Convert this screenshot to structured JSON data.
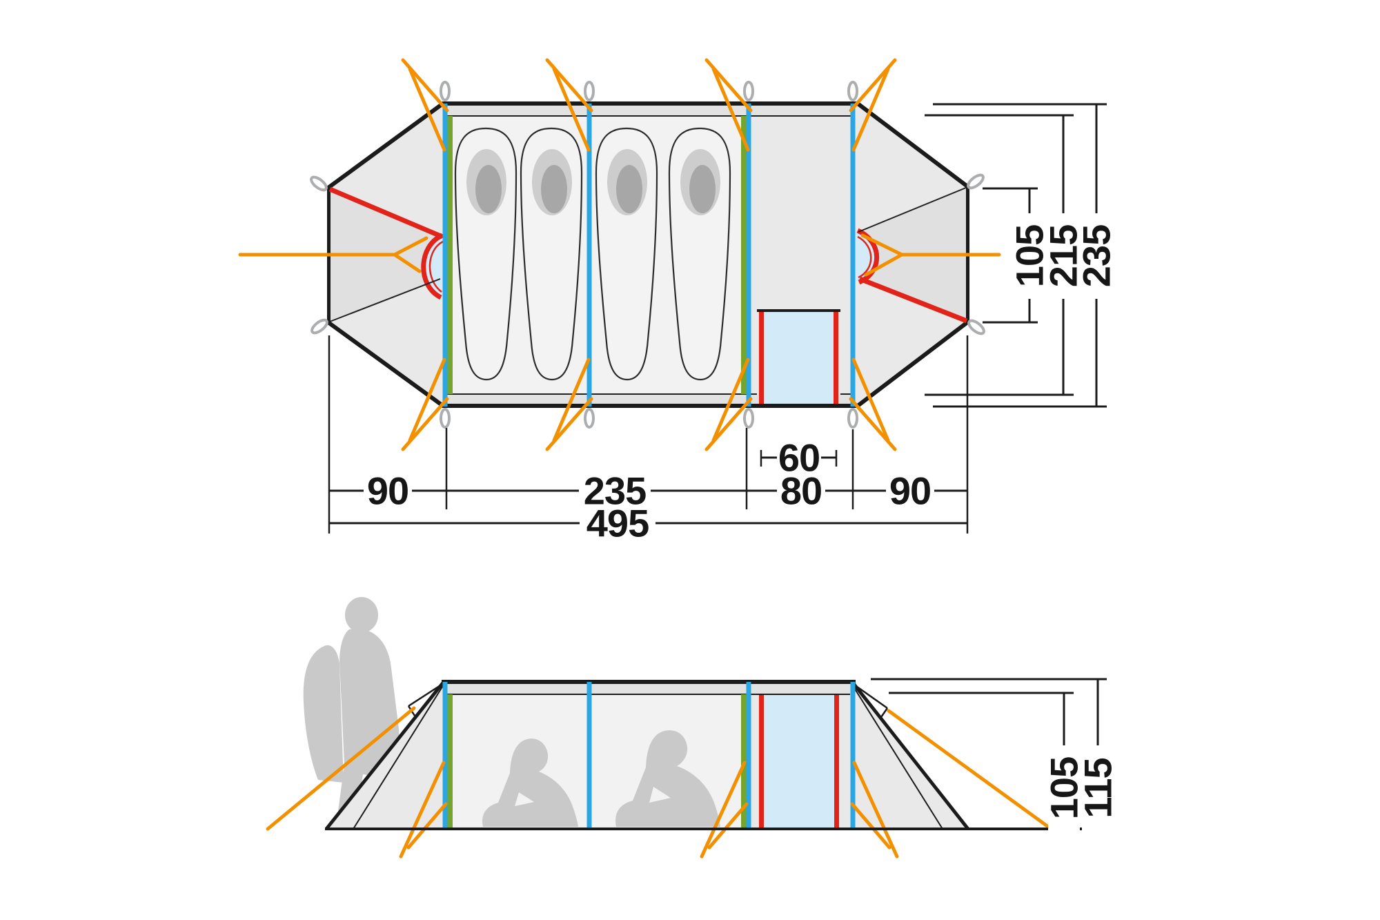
{
  "diagram": {
    "type": "tent-dimension-diagram",
    "views": {
      "top": "floor-plan",
      "side": "side-elevation"
    },
    "sleeping_bag_count": 4,
    "person_count": 3
  },
  "dims": {
    "plan_segments": [
      "90",
      "235",
      "80",
      "90"
    ],
    "plan_total": "495",
    "door_width": "60",
    "plan_widths": [
      "105",
      "215",
      "235"
    ],
    "side_heights": [
      "105",
      "115"
    ]
  },
  "colors": {
    "line": "#1b1b1b",
    "fabric": "#e9e9e9",
    "fabric_band": "#e2e2e2",
    "cabin_floor": "#f2f2f2",
    "wedge": "#e0e0e0",
    "bag": "#f3f3f3",
    "bag_hood": "#cdcdcd",
    "bag_hood_dark": "#a7a7a7",
    "pole_blue": "#2aa7e2",
    "pole_green": "#76a52e",
    "door_red": "#e2231a",
    "door_pane": "#d3eaf8",
    "guy_orange": "#f29000",
    "peg_gray": "#abadae",
    "silhouette": "#c9c9c9",
    "dim_text": "#161616",
    "background": "#ffffff"
  }
}
